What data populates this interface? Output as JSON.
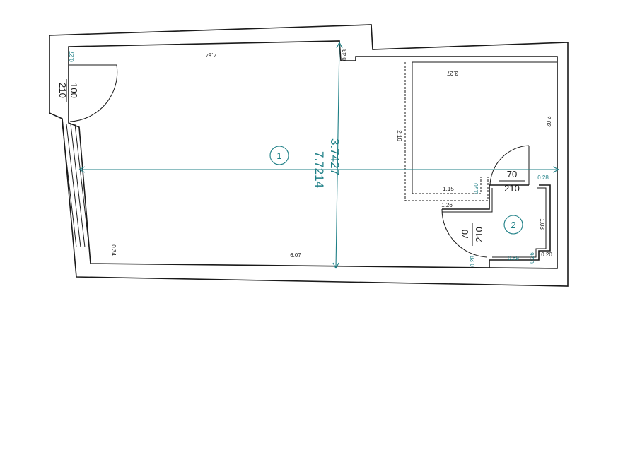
{
  "doors": {
    "entrance": {
      "width": "100",
      "height": "210"
    },
    "door_right": {
      "width": "70",
      "height": "210"
    },
    "door_room2": {
      "width": "70",
      "height": "210"
    }
  },
  "rooms": {
    "room1": {
      "number": "1",
      "length": "7.7214",
      "width": "3.7427"
    },
    "room2": {
      "number": "2"
    }
  },
  "dims": {
    "top_wall": "4.84",
    "bottom_wall": "6.07",
    "left_top": "0.27",
    "left_bottom": "0.34",
    "step_top": "0.43",
    "alcove_top": "3.27",
    "alcove_right": "2.02",
    "alcove_left": "2.16",
    "alcove_bottom": "1.15",
    "alcove_small": "0.20",
    "right_small": "0.28",
    "room2_top": "1.26",
    "room2_right": "1.03",
    "room2_bottom": "0.89",
    "room2_bottom_left": "0.28",
    "room2_bottom_small": "0.26",
    "room2_corner": "0.20"
  },
  "colors": {
    "dimension": "#1e7f86",
    "walls": "#1a1a1a",
    "background": "#ffffff"
  }
}
